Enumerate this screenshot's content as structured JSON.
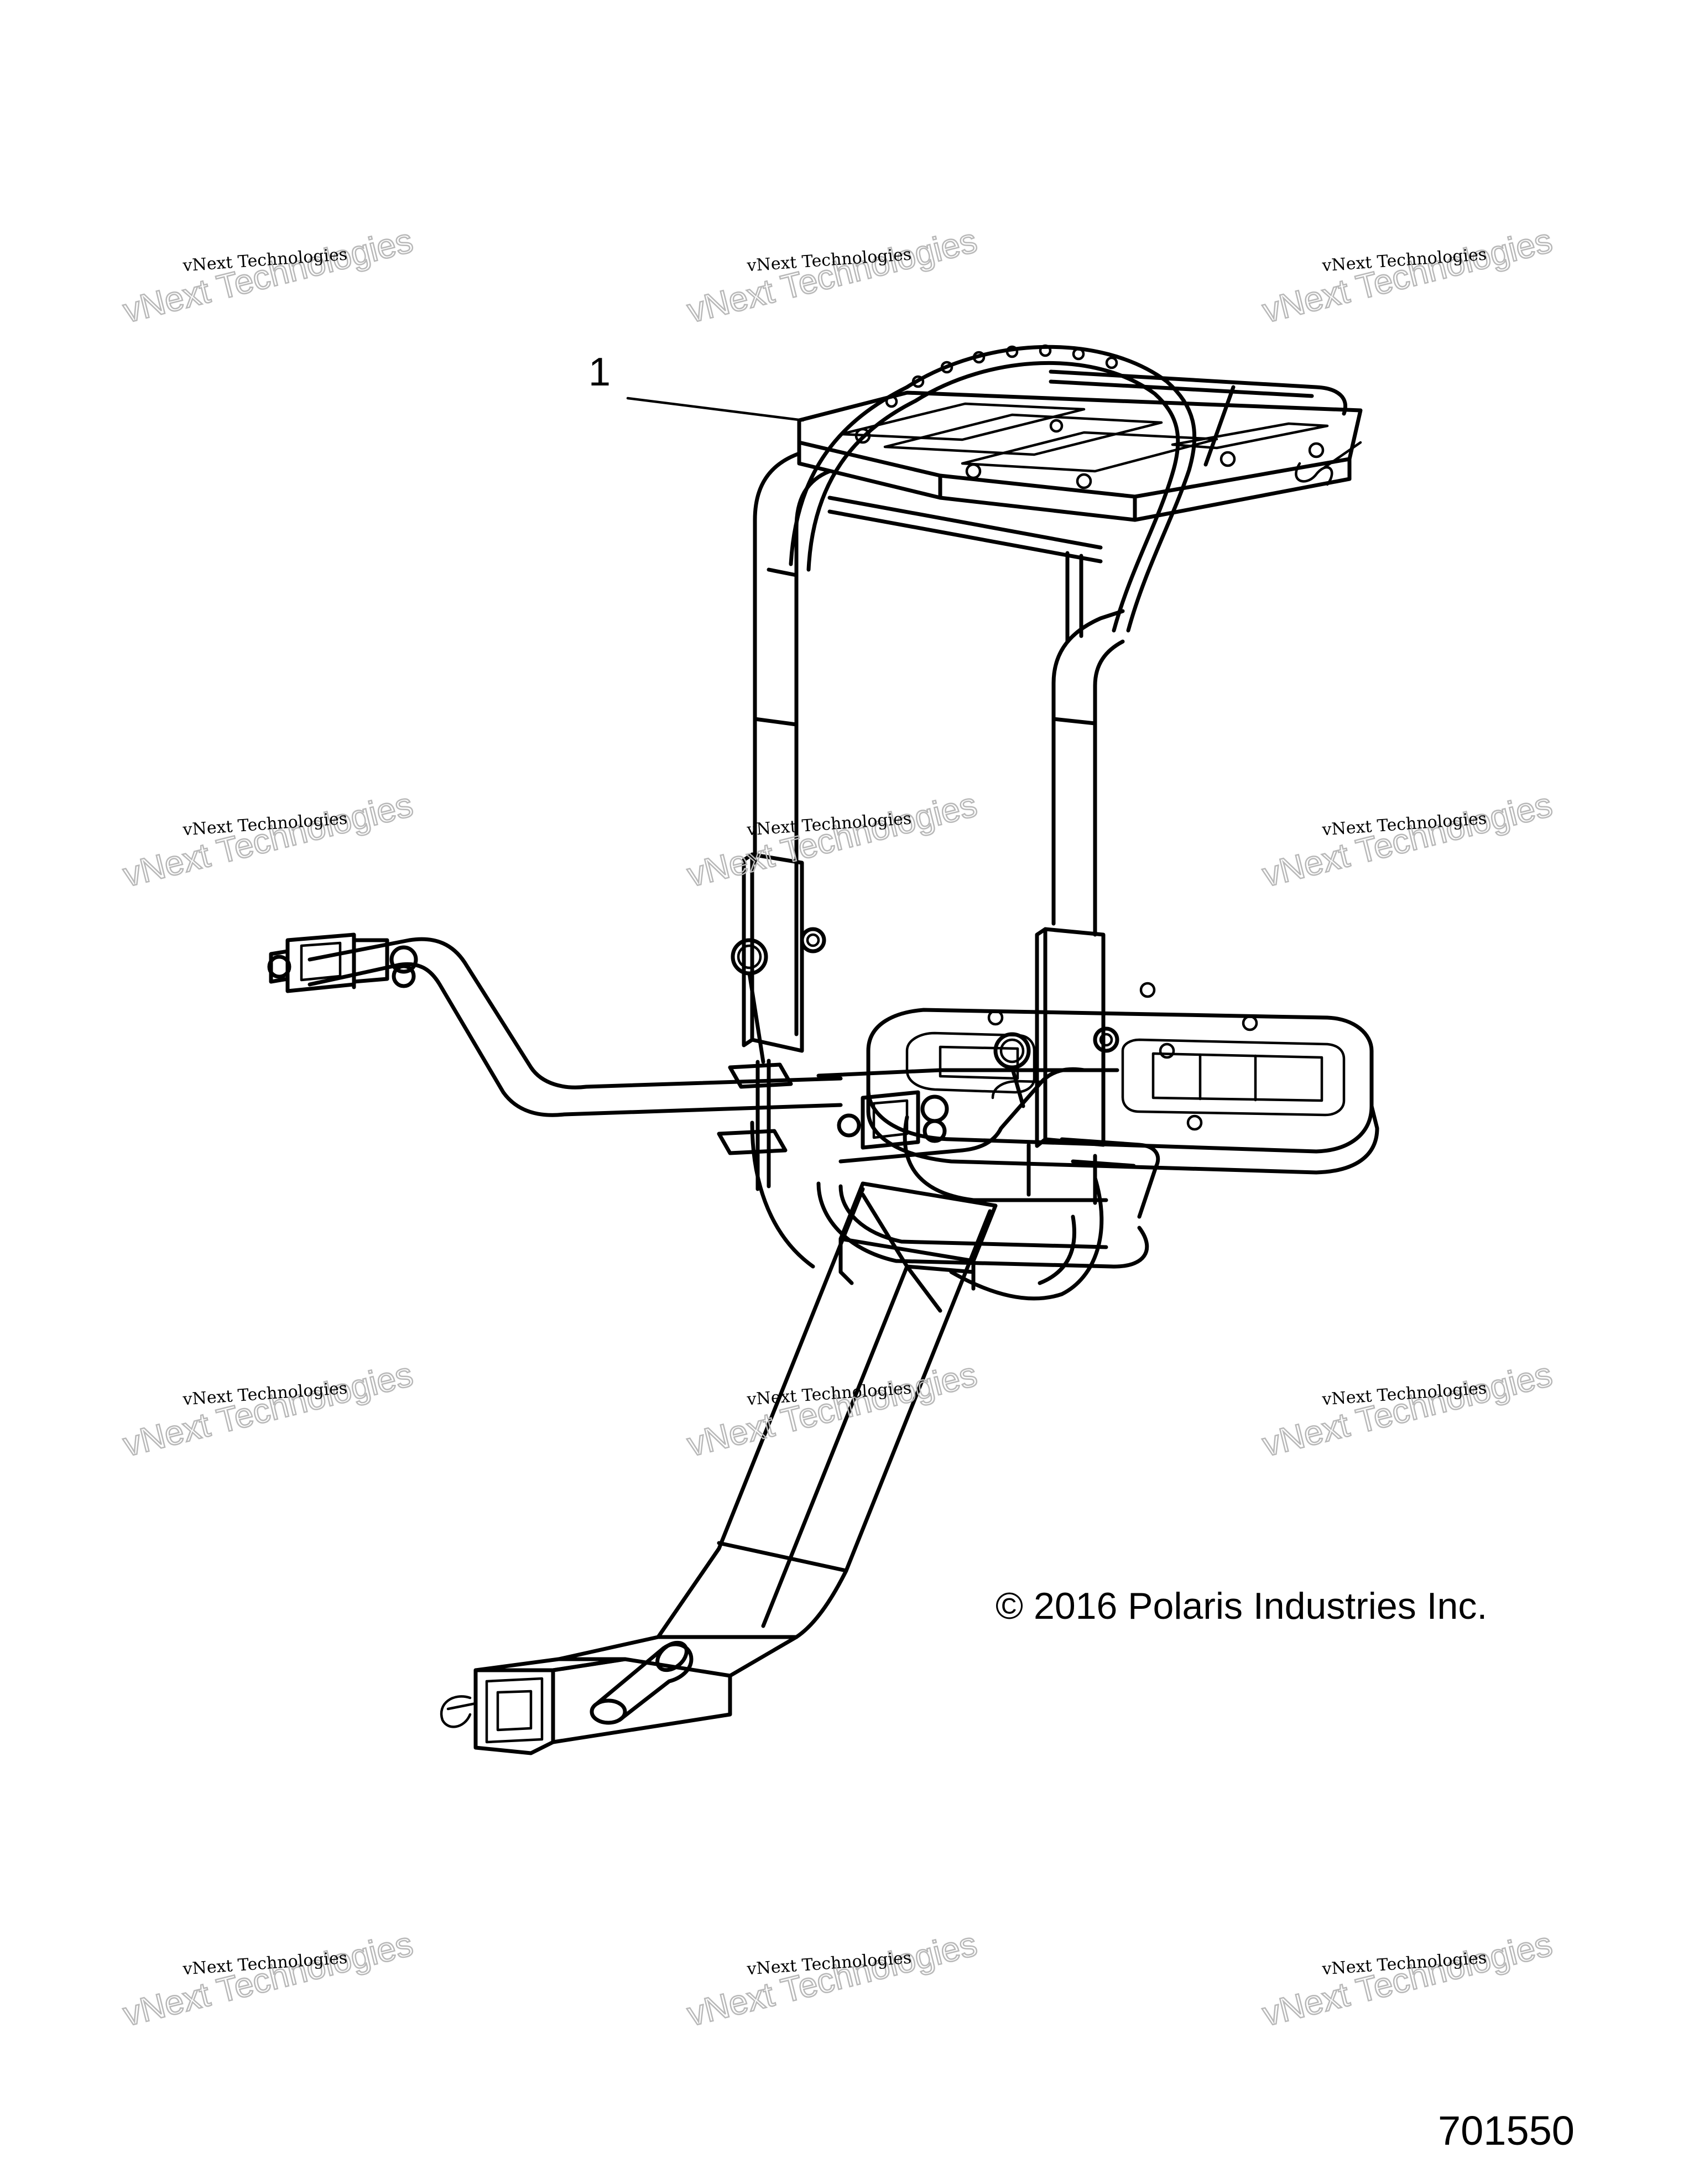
{
  "diagram": {
    "callouts": [
      {
        "label": "1"
      }
    ],
    "copyright": "© 2016 Polaris Industries Inc.",
    "figure_number": "701550"
  },
  "watermark": {
    "line1": "vNext Technologies",
    "outline": "vNext Technologies",
    "color": "#b8b8b8"
  }
}
